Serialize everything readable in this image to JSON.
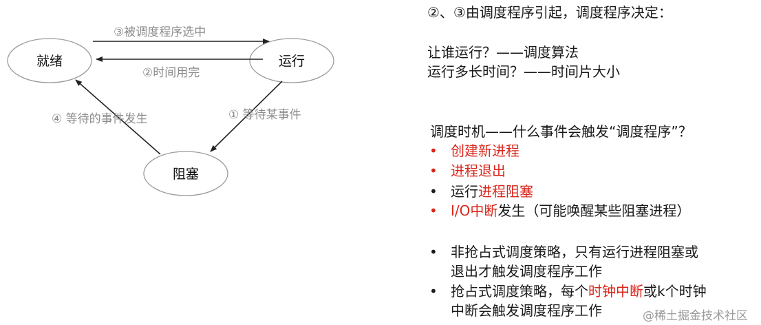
{
  "diagram": {
    "nodes": {
      "ready": "就绪",
      "running": "运行",
      "blocked": "阻塞"
    },
    "edges": {
      "ready_to_running": "③被调度程序选中",
      "running_to_ready": "②时间用完",
      "running_to_blocked": "① 等待某事件",
      "blocked_to_ready": "④ 等待的事件发生"
    }
  },
  "notes": {
    "heading": "②、③由调度程序引起，调度程序决定：",
    "q1": "让谁运行？——调度算法",
    "q2": "运行多长时间？——时间片大小",
    "timing_title": "调度时机——什么事件会触发“调度程序”？",
    "bullet_char": "•",
    "bullets": [
      {
        "pre": "",
        "red": "创建新进程",
        "post": ""
      },
      {
        "pre": "",
        "red": "进程退出",
        "post": ""
      },
      {
        "pre": "运行",
        "red": "进程阻塞",
        "post": ""
      },
      {
        "pre": "",
        "red": "I/O中断",
        "post": "发生（可能唤醒某些阻塞进程）"
      }
    ],
    "nonpreemptive_1": "非抢占式调度策略，只有运行进程阻塞或",
    "nonpreemptive_2": "退出才触发调度程序工作",
    "preemptive_pre": "抢占式调度策略，每个",
    "preemptive_red": "时钟中断",
    "preemptive_post": "或k个时钟",
    "preemptive_2": "中断会触发调度程序工作"
  },
  "watermark": "@稀土掘金技术社区"
}
